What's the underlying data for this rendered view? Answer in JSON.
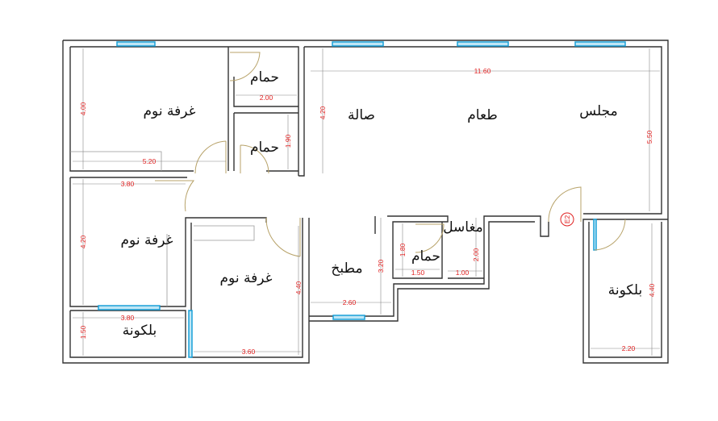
{
  "rooms": {
    "bedroom1": "غرفة نوم",
    "bath1": "حمام",
    "bath2": "حمام",
    "living": "صالة",
    "dining": "طعام",
    "majlis": "مجلس",
    "bedroom2": "غرفة نوم",
    "bedroom3": "غرفة نوم",
    "kitchen": "مطبخ",
    "bath3": "حمام",
    "sinks": "مغاسل",
    "balcony_right": "بلكونة",
    "balcony_left": "بلكونة"
  },
  "dimensions": {
    "majlis_width": "11.60",
    "living_height": "4.20",
    "majlis_height": "5.50",
    "bedroom1_height": "4.00",
    "bedroom1_width": "5.20",
    "bath1_width": "2.00",
    "bath2_height": "1.90",
    "bedroom2_width": "3.80",
    "bedroom2_height": "4.20",
    "balcony_left_width": "3.80",
    "balcony_left_height": "1.50",
    "bedroom3_width": "3.60",
    "bedroom3_height": "4.40",
    "kitchen_width": "2.60",
    "kitchen_height": "3.20",
    "bath3_height": "1.80",
    "bath3_width": "1.50",
    "sinks_width": "1.00",
    "sinks_height": "2.00",
    "balcony_right_height": "4.40",
    "balcony_right_width": "2.20"
  },
  "entrance_tag": "E2",
  "colors": {
    "wall": "#333333",
    "window": "#1aa0d8",
    "dimension": "#e02020",
    "door": "#b8a36a"
  }
}
